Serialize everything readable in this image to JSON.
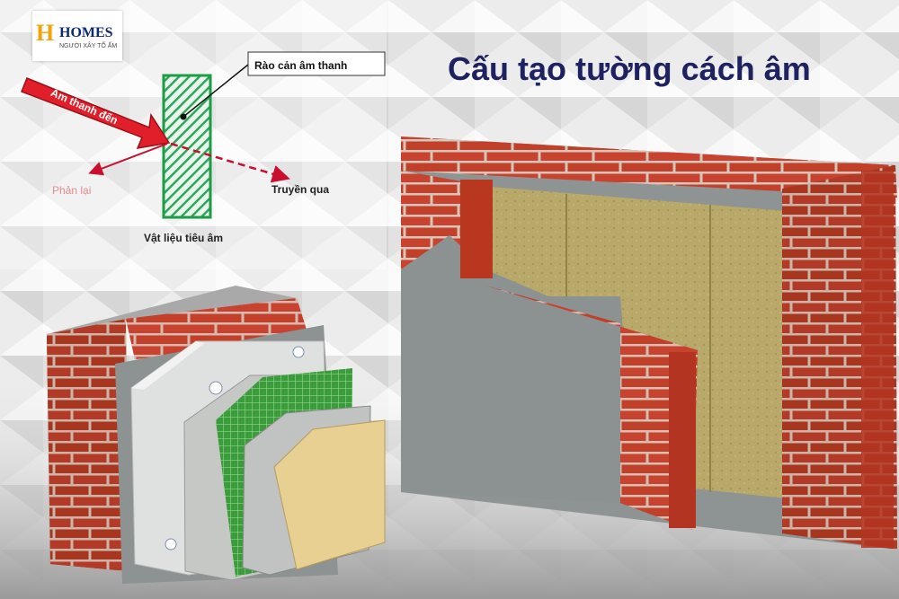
{
  "logo": {
    "mark": "H",
    "brand": "HOMES",
    "tagline": "NGƯỜI XÂY TỔ ẤM"
  },
  "title": "Cấu tạo tường cách âm",
  "diagram_labels": {
    "barrier": "Rào cản âm thanh",
    "incoming": "Âm thanh đến",
    "reflected": "Phản lại",
    "transmitted": "Truyền qua",
    "material": "Vật liệu tiêu âm"
  },
  "colors": {
    "title": "#1e2260",
    "arrow": "#c8102e",
    "barrier_green": "#1e9b45",
    "brick": "#c8432f",
    "mortar": "#d9c6bb",
    "insulation": "#b8a86a",
    "plaster": "#8d9293",
    "logo_gold": "#f0a30a",
    "logo_navy": "#0b2a70"
  },
  "icons": [
    "sound-arrow-icon",
    "wall-layers-illustration",
    "brick-wall-illustration"
  ]
}
